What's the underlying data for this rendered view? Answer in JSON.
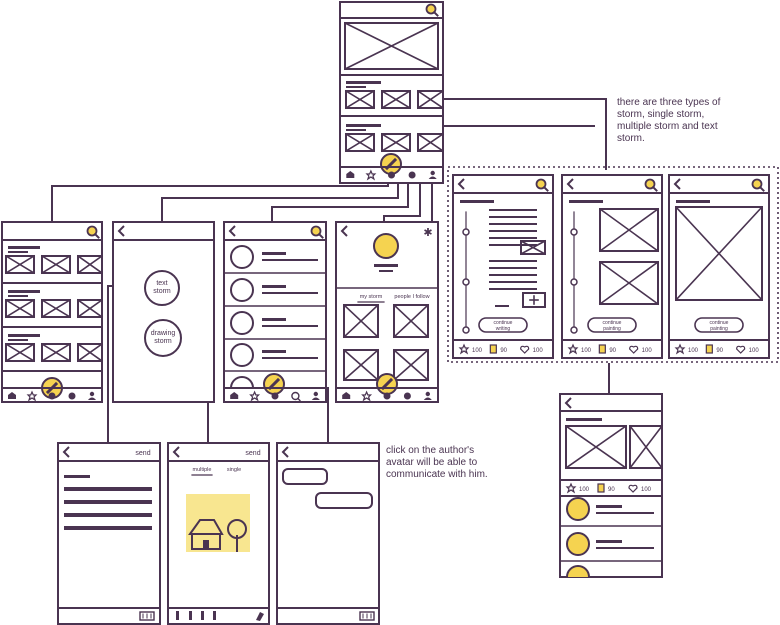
{
  "colors": {
    "ink": "#4a3451",
    "accent": "#f5d350",
    "accent_soft": "#f8e690",
    "bg": "#ffffff"
  },
  "notes": {
    "storm_types": "there are three types of\nstorm, single storm,\nmultiple storm and text\nstorm.",
    "avatar": "click on the author's\navatar will be able to\ncommunicate with him."
  },
  "screens": {
    "storm_picker": {
      "text_storm": "text\nstorm",
      "drawing_storm": "drawing\nstorm"
    },
    "profile": {
      "tab_my_storm": "my storm",
      "tab_people_follow": "people I follow"
    },
    "detail_text": {
      "button": "continue\nwriting",
      "stats": [
        "100",
        "90",
        "100"
      ]
    },
    "detail_multi": {
      "button": "continue\npainting",
      "stats": [
        "100",
        "90",
        "100"
      ]
    },
    "detail_single": {
      "button": "continue\npainting",
      "stats": [
        "100",
        "90",
        "100"
      ]
    },
    "detail_comments": {
      "stats": [
        "100",
        "90",
        "100"
      ]
    },
    "text_editor": {
      "send": "send"
    },
    "drawing_editor": {
      "send": "send",
      "tab_multiple": "multiple",
      "tab_single": "single"
    }
  },
  "icons": [
    "search-icon",
    "back-icon",
    "home-icon",
    "star-icon",
    "dot-icon",
    "user-icon",
    "pencil-icon",
    "settings-icon",
    "heart-icon",
    "book-icon",
    "keyboard-icon",
    "plus-icon",
    "house-tree-illustration"
  ]
}
